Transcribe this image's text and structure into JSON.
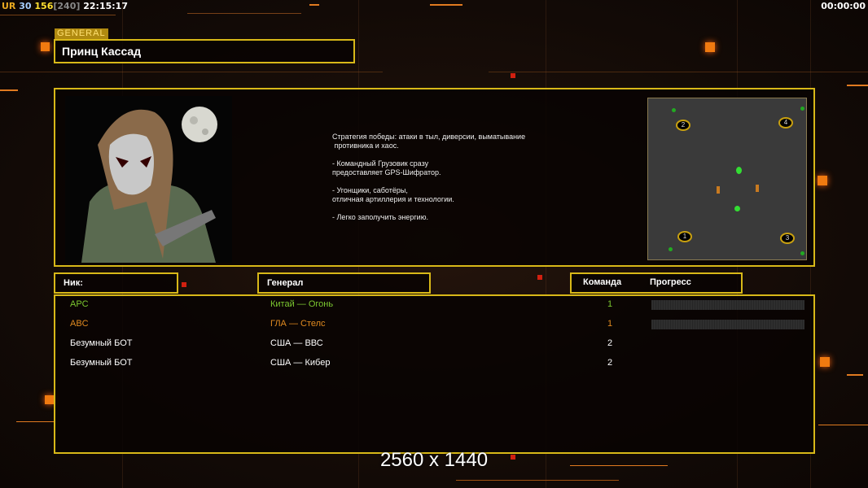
{
  "hud": {
    "ur": "UR",
    "num1": "30",
    "num2": "156",
    "num3": "[240]",
    "time": "22:15:17",
    "timer": "00:00:00"
  },
  "general": {
    "tag": "GENERAL",
    "name": "Принц Кассад"
  },
  "description": "Стратегия победы: атаки в тыл, диверсии, выматывание\n противника и хаос.\n\n- Командный Грузовик сразу\nпредоставляет GPS-Шифратор.\n\n- Угонщики, саботёры,\nотличная артиллерия и технологии.\n\n- Легко заполучить энергию.",
  "map": {
    "starts": [
      "1",
      "2",
      "3",
      "4"
    ]
  },
  "headers": {
    "nick": "Ник:",
    "general": "Генерал",
    "team": "Команда",
    "progress": "Прогресс"
  },
  "players": [
    {
      "nick": "APC",
      "general": "Китай — Огонь",
      "team": "1",
      "color": "#7cc830",
      "progress": 0
    },
    {
      "nick": "ABC",
      "general": "ГЛА — Стелс",
      "team": "1",
      "color": "#e08a20",
      "progress": 0
    },
    {
      "nick": "Безумный БОТ",
      "general": "США — ВВС",
      "team": "2",
      "color": "#ffffff"
    },
    {
      "nick": "Безумный БОТ",
      "general": "США — Кибер",
      "team": "2",
      "color": "#ffffff"
    }
  ],
  "resolution": "2560 x 1440"
}
